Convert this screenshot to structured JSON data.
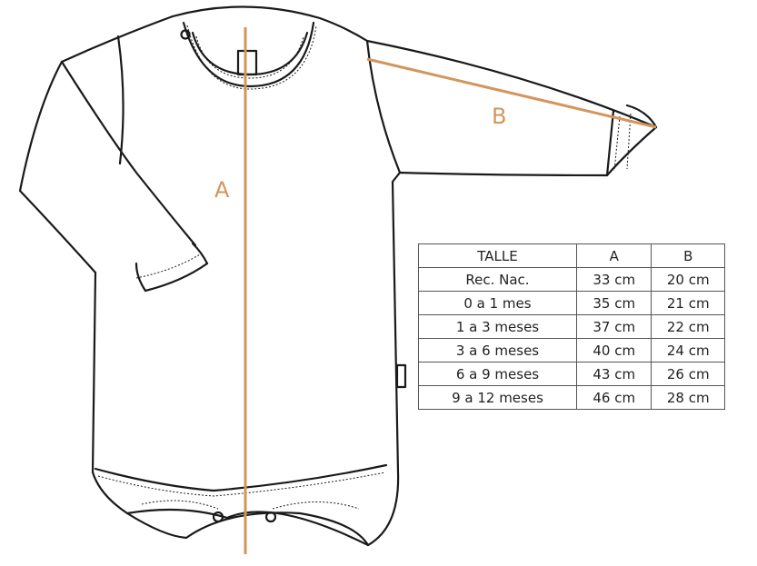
{
  "labels": {
    "a": "A",
    "b": "B"
  },
  "colors": {
    "measure": "#d4955a",
    "outline": "#1a1a1a",
    "table_border": "#555555"
  },
  "table": {
    "headers": [
      "TALLE",
      "A",
      "B"
    ],
    "rows": [
      [
        "Rec. Nac.",
        "33 cm",
        "20 cm"
      ],
      [
        "0 a 1 mes",
        "35 cm",
        "21 cm"
      ],
      [
        "1 a 3 meses",
        "37 cm",
        "22 cm"
      ],
      [
        "3 a 6 meses",
        "40 cm",
        "24 cm"
      ],
      [
        "6 a 9 meses",
        "43 cm",
        "26 cm"
      ],
      [
        "9 a 12 meses",
        "46 cm",
        "28 cm"
      ]
    ]
  }
}
